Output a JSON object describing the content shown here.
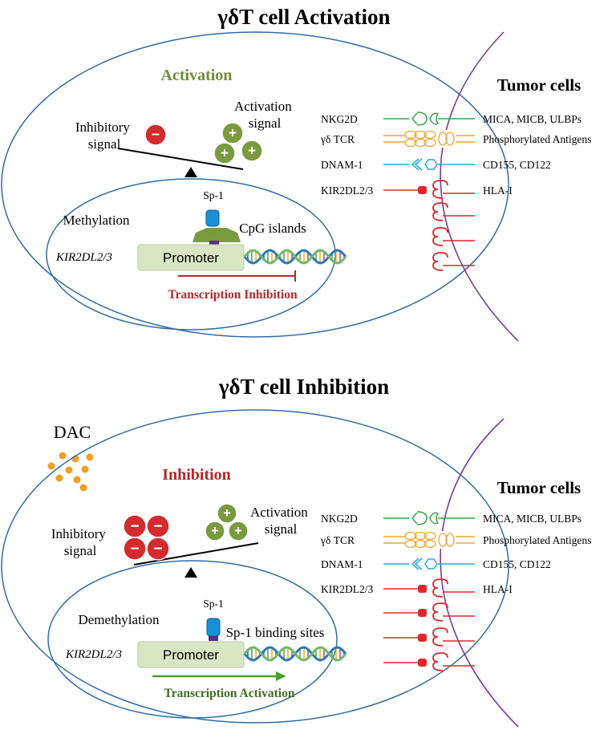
{
  "colors": {
    "cell_border": "#2f6da6",
    "tumor_membrane": "#7b3a9a",
    "activation_green": "#6f8c3a",
    "inhibition_red": "#b3282a",
    "nkg2d": "#3aa54c",
    "gd_tcr": "#f0a630",
    "dnam1": "#2fa8d8",
    "kir": "#e0262b",
    "dac_dots": "#f0a020",
    "promoter_box": "#d9e6c4",
    "sp1": "#1a8fd6"
  },
  "panels": [
    {
      "title": "γδT cell Activation",
      "state_label": "Activation",
      "inhibitory_label": "Inhibitory\nsignal",
      "activation_label": "Activation\nsignal",
      "inhibitory_count": 1,
      "activation_count": 3,
      "sp1_label": "Sp-1",
      "methylation_label": "Methylation",
      "sites_label": "CpG islands",
      "gene_label": "KIR2DL2/3",
      "promoter_label": "Promoter",
      "transcription_label": "Transcription Inhibition",
      "tumor_label": "Tumor cells",
      "receptors": [
        "NKG2D",
        "γδ TCR",
        "DNAM-1",
        "KIR2DL2/3"
      ],
      "ligands": [
        "MICA, MICB, ULBPs",
        "Phosphorylated Antigens",
        "CD155, CD122",
        "HLA-I"
      ]
    },
    {
      "title": "γδT cell Inhibition",
      "dac_label": "DAC",
      "state_label": "Inhibition",
      "inhibitory_label": "Inhibitory\nsignal",
      "activation_label": "Activation\nsignal",
      "inhibitory_count": 4,
      "activation_count": 3,
      "sp1_label": "Sp-1",
      "methylation_label": "Demethylation",
      "sites_label": "Sp-1 binding sites",
      "gene_label": "KIR2DL2/3",
      "promoter_label": "Promoter",
      "transcription_label": "Transcription Activation",
      "tumor_label": "Tumor cells",
      "receptors": [
        "NKG2D",
        "γδ TCR",
        "DNAM-1",
        "KIR2DL2/3"
      ],
      "ligands": [
        "MICA, MICB, ULBPs",
        "Phosphorylated Antigens",
        "CD155, CD122",
        "HLA-I"
      ]
    }
  ]
}
